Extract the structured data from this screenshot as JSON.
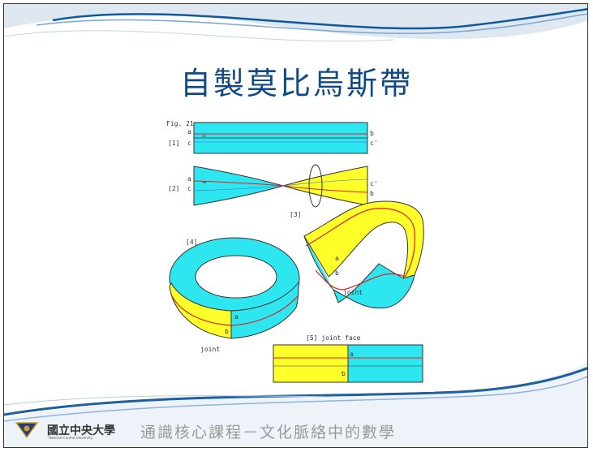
{
  "slide": {
    "title": "自製莫比烏斯帶"
  },
  "figure": {
    "fig_label": "Fig. 21",
    "step1": {
      "label": "[1]",
      "a": "a",
      "c": "c",
      "b": "b",
      "c2": "c'"
    },
    "step2": {
      "label": "[2]",
      "a": "a",
      "c": "c",
      "c2": "c'",
      "b": "b"
    },
    "step3": {
      "label": "[3]",
      "a": "a",
      "b": "b",
      "joint": "joint"
    },
    "step4": {
      "label": "[4]",
      "a": "a",
      "b": "b",
      "joint": "joint"
    },
    "step5": {
      "label": "[5] joint face",
      "a": "a",
      "b": "b"
    },
    "colors": {
      "cyan": "#2ee6f0",
      "yellow": "#ffff2a",
      "red": "#e02020",
      "outline": "#333333"
    }
  },
  "footer": {
    "university": "國立中央大學",
    "university_en": "National Central University",
    "course": "通識核心課程－文化脈絡中的數學"
  }
}
